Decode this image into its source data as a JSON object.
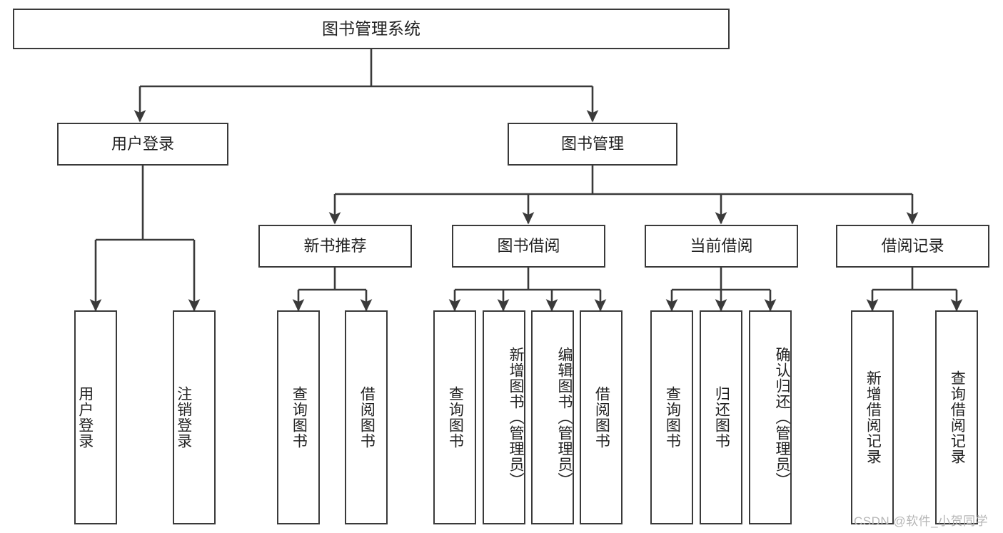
{
  "diagram": {
    "title": "图书管理系统",
    "type": "hierarchy-tree",
    "watermark": "CSDN @软件_小贺同学",
    "colors": {
      "stroke": "#3a3a3a",
      "background": "#ffffff",
      "text": "#222222",
      "watermark": "#b6b6b6"
    },
    "nodes": {
      "root": {
        "label": "图书管理系统"
      },
      "level2": [
        {
          "label": "用户登录"
        },
        {
          "label": "图书管理"
        }
      ],
      "level3": [
        {
          "label": "新书推荐"
        },
        {
          "label": "图书借阅"
        },
        {
          "label": "当前借阅"
        },
        {
          "label": "借阅记录"
        }
      ],
      "leaves": {
        "user_login": [
          {
            "label": "用户登录"
          },
          {
            "label": "注销登录"
          }
        ],
        "new_book": [
          {
            "label": "查询图书"
          },
          {
            "label": "借阅图书"
          }
        ],
        "book_borrow": [
          {
            "label": "查询图书"
          },
          {
            "label": "新增图书（管理员）"
          },
          {
            "label": "编辑图书（管理员）"
          },
          {
            "label": "借阅图书"
          }
        ],
        "current_borrow": [
          {
            "label": "查询图书"
          },
          {
            "label": "归还图书"
          },
          {
            "label": "确认归还（管理员）"
          }
        ],
        "borrow_record": [
          {
            "label": "新增借阅记录"
          },
          {
            "label": "查询借阅记录"
          }
        ]
      }
    }
  }
}
